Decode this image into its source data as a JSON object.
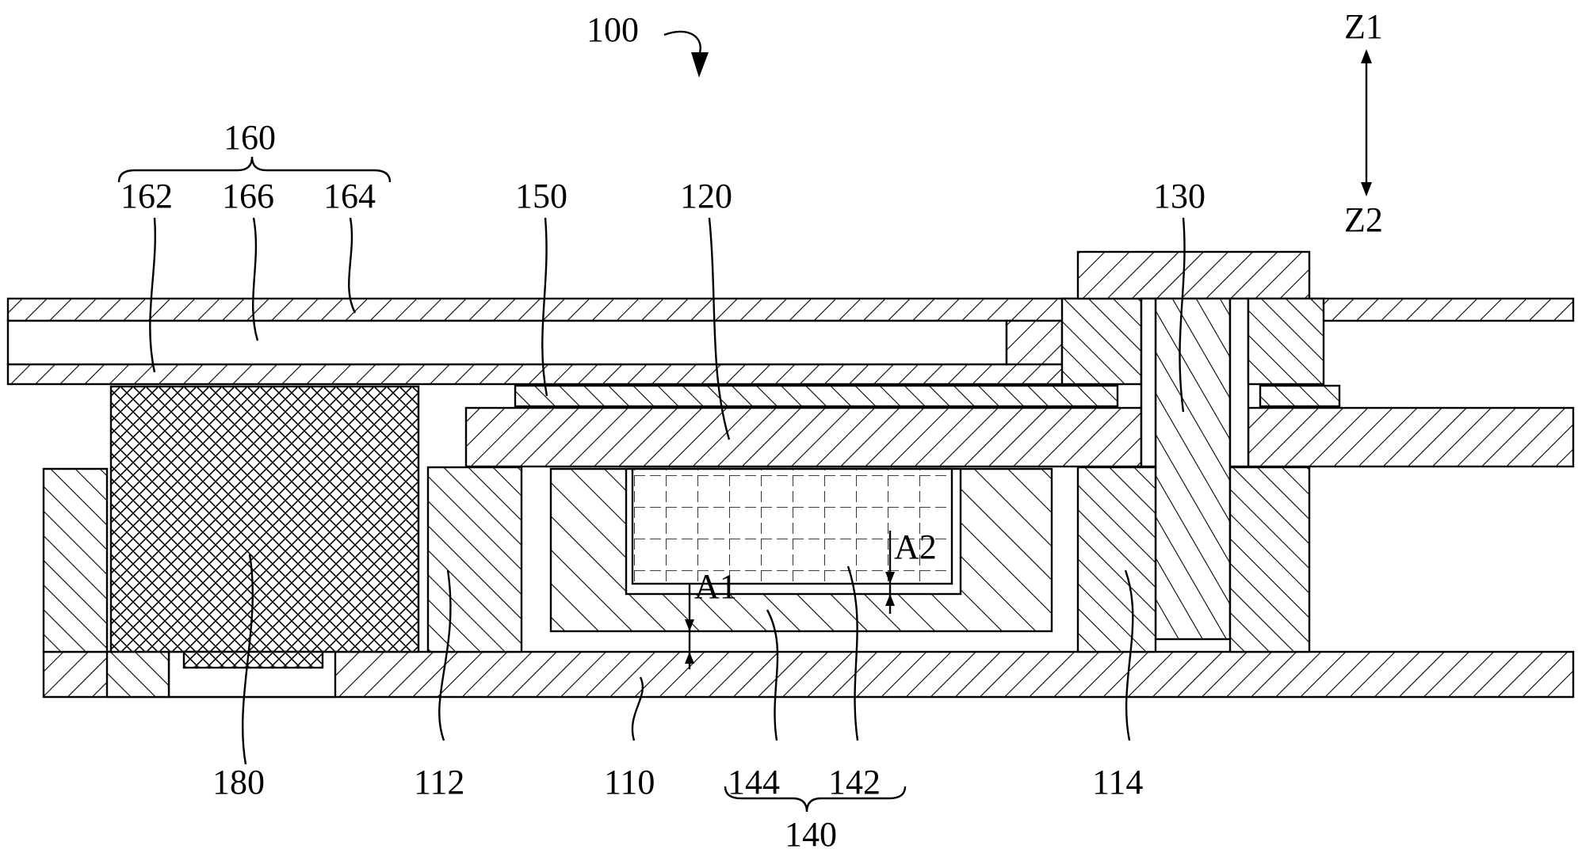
{
  "figure": {
    "labels": {
      "assembly": "100",
      "dir_up": "Z1",
      "dir_down": "Z2",
      "group_160": "160",
      "l162": "162",
      "l166": "166",
      "l164": "164",
      "l150": "150",
      "l120": "120",
      "l130": "130",
      "l180": "180",
      "l112": "112",
      "l110": "110",
      "l144": "144",
      "l142": "142",
      "group_140": "140",
      "l114": "114",
      "gap_a1": "A1",
      "gap_a2": "A2"
    }
  }
}
